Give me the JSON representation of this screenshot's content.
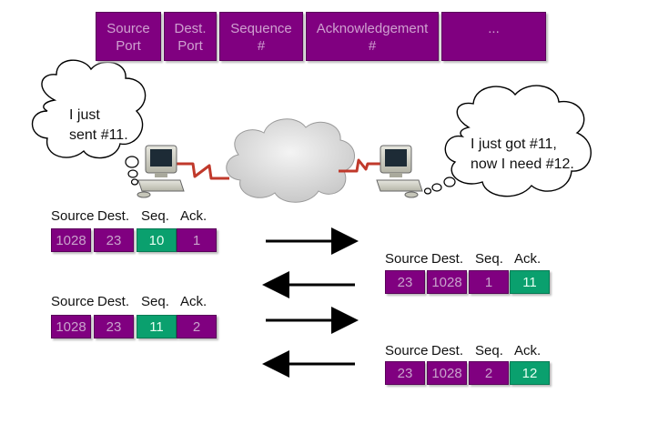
{
  "header_fields": [
    {
      "label": "Source\nPort"
    },
    {
      "label": "Dest.\nPort"
    },
    {
      "label": "Sequence\n#"
    },
    {
      "label": "Acknowledgement\n#"
    },
    {
      "label": "..."
    }
  ],
  "bubbles": {
    "left": "I just\nsent #11.",
    "right": "I just got #11,\nnow I need #12."
  },
  "column_labels": {
    "source": "Source",
    "dest": "Dest.",
    "seq": "Seq.",
    "ack": "Ack."
  },
  "segments": {
    "left_1": {
      "source": "1028",
      "dest": "23",
      "seq": "10",
      "ack": "1"
    },
    "right_1": {
      "source": "23",
      "dest": "1028",
      "seq": "1",
      "ack": "11"
    },
    "left_2": {
      "source": "1028",
      "dest": "23",
      "seq": "11",
      "ack": "2"
    },
    "right_2": {
      "source": "23",
      "dest": "1028",
      "seq": "2",
      "ack": "12"
    }
  },
  "colors": {
    "field": "#800080",
    "highlight": "#0aa06e",
    "link": "#c0392b"
  }
}
